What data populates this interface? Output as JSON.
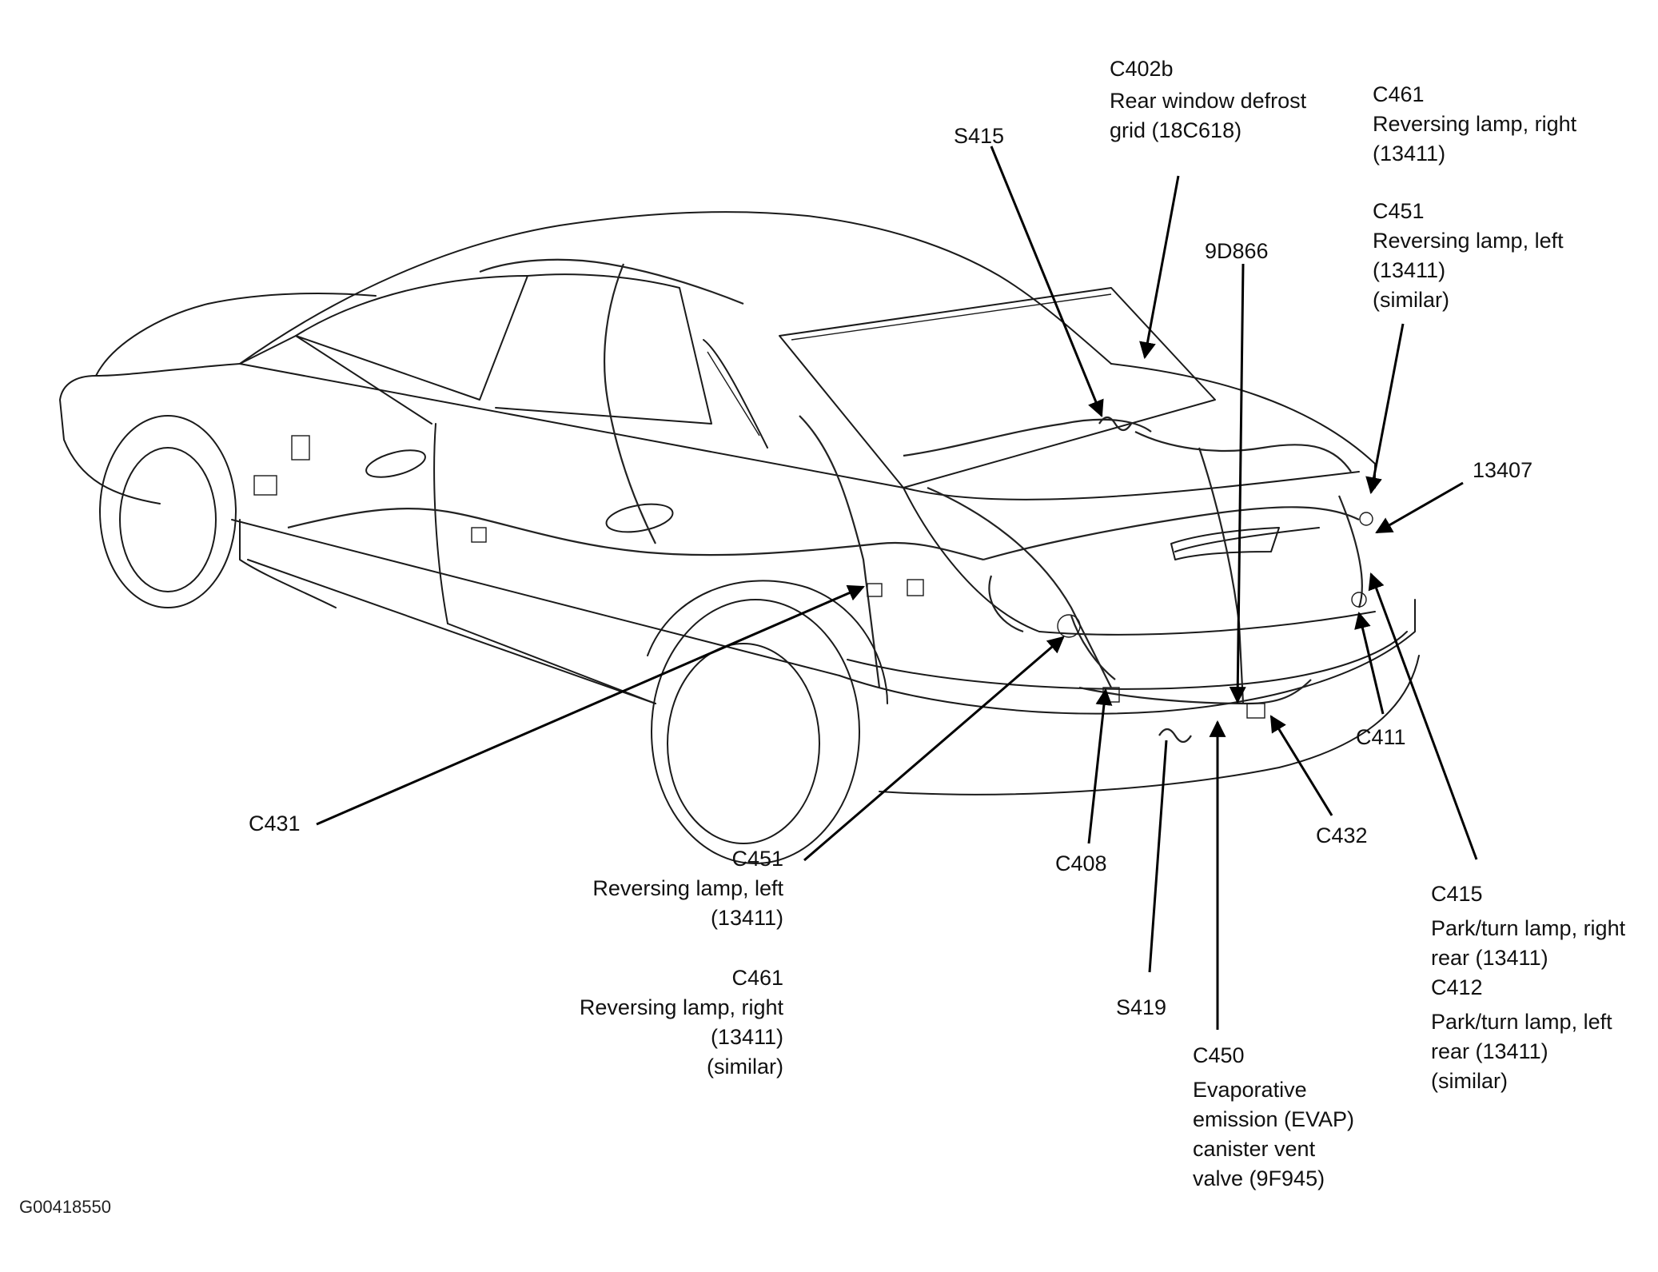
{
  "labels": {
    "s415": "S415",
    "c402b": [
      "C402b",
      "Rear window defrost",
      "grid (18C618)"
    ],
    "c461_top": [
      "C461",
      "Reversing lamp, right",
      "(13411)"
    ],
    "c451_top": [
      "C451",
      "Reversing lamp, left",
      "(13411)",
      "(similar)"
    ],
    "n9d866": "9D866",
    "n13407": "13407",
    "c431": "C431",
    "c451_left": [
      "C451",
      "Reversing lamp, left",
      "(13411)"
    ],
    "c461_left": [
      "C461",
      "Reversing lamp, right",
      "(13411)",
      "(similar)"
    ],
    "c408": "C408",
    "c432": "C432",
    "c411": "C411",
    "s419": "S419",
    "c450": [
      "C450",
      "Evaporative",
      "emission (EVAP)",
      "canister vent",
      "valve (9F945)"
    ],
    "c415": [
      "C415",
      "Park/turn lamp, right",
      "rear (13411)",
      "C412",
      "Park/turn lamp, left",
      "rear (13411)",
      "(similar)"
    ]
  },
  "figure_code": "G00418550"
}
